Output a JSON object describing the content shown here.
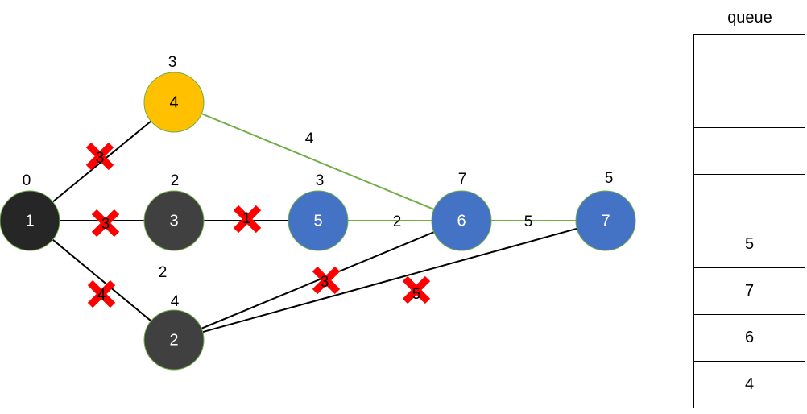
{
  "queue": {
    "title": "queue",
    "cells": [
      "",
      "",
      "",
      "",
      "5",
      "7",
      "6",
      "4"
    ]
  },
  "nodes": [
    {
      "id": "1",
      "label": "1",
      "dist": "0",
      "fill": "#262626"
    },
    {
      "id": "4",
      "label": "4",
      "dist": "3",
      "fill": "#ffc000"
    },
    {
      "id": "3",
      "label": "3",
      "dist": "2",
      "fill": "#404040"
    },
    {
      "id": "2",
      "label": "2",
      "dist": "4",
      "fill": "#404040"
    },
    {
      "id": "5",
      "label": "5",
      "dist": "3",
      "fill": "#4472c4"
    },
    {
      "id": "6",
      "label": "6",
      "dist": "7",
      "fill": "#4472c4"
    },
    {
      "id": "7",
      "label": "7",
      "dist": "5",
      "fill": "#4472c4"
    }
  ],
  "edges": [
    {
      "from": "1",
      "to": "4",
      "weight": "3",
      "crossed": true,
      "color": "#000000"
    },
    {
      "from": "1",
      "to": "3",
      "weight": "3",
      "crossed": true,
      "color": "#000000"
    },
    {
      "from": "1",
      "to": "2",
      "weight": "4",
      "crossed": true,
      "color": "#000000"
    },
    {
      "from": "3",
      "to": "5",
      "weight": "1",
      "crossed": true,
      "color": "#000000"
    },
    {
      "from": "3",
      "to": "2",
      "weight": "2",
      "crossed": false,
      "color": "none"
    },
    {
      "from": "2",
      "to": "6",
      "weight": "3",
      "crossed": true,
      "color": "#000000"
    },
    {
      "from": "2",
      "to": "7",
      "weight": "5",
      "crossed": true,
      "color": "#000000"
    },
    {
      "from": "4",
      "to": "6",
      "weight": "4",
      "crossed": false,
      "color": "#70ad47"
    },
    {
      "from": "5",
      "to": "6",
      "weight": "2",
      "crossed": false,
      "color": "#70ad47"
    },
    {
      "from": "6",
      "to": "7",
      "weight": "5",
      "crossed": false,
      "color": "#70ad47"
    }
  ],
  "colors": {
    "cross": "#ff0000",
    "node_border": "#70ad47",
    "node_text_dark": "#000000",
    "node_text_light": "#ffffff"
  }
}
